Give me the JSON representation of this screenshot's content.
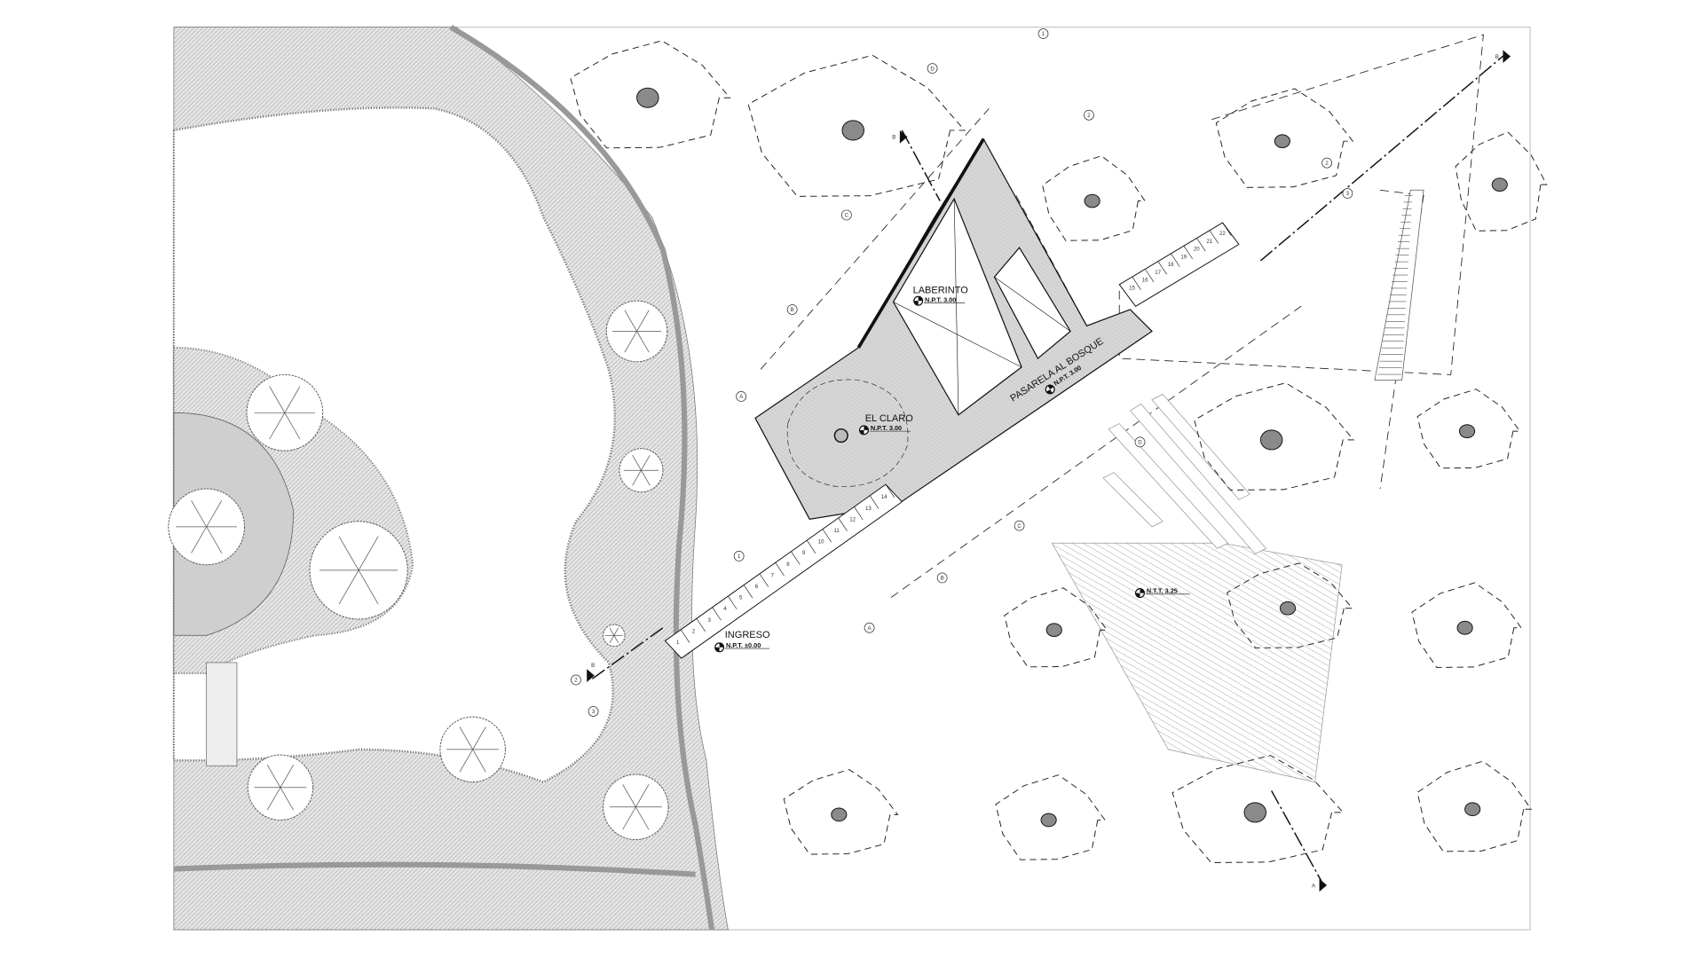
{
  "plan": {
    "labels": {
      "laberinto": {
        "name": "LABERINTO",
        "level": "N.P.T. 3.00"
      },
      "el_claro": {
        "name": "EL CLARO",
        "level": "N.P.T. 3.00"
      },
      "pasarela": {
        "name": "PASARELA AL BOSQUE",
        "level": "N.P.T. 3.00"
      },
      "ingreso": {
        "name": "INGRESO",
        "level": "N.P.T. ±0.00"
      },
      "terrain": {
        "level": "N.T.T. 3.25"
      }
    },
    "section_marks": [
      "B",
      "B",
      "B",
      "A"
    ],
    "grid_bubbles": [
      "1",
      "D",
      "2",
      "C",
      "B",
      "A",
      "1",
      "B",
      "A",
      "C",
      "D",
      "2",
      "3",
      "2",
      "3"
    ],
    "steps_lower": [
      "1",
      "2",
      "3",
      "4",
      "5",
      "6",
      "7",
      "8",
      "9",
      "10",
      "11",
      "12",
      "13",
      "14"
    ],
    "steps_upper": [
      "15",
      "16",
      "17",
      "18",
      "19",
      "20",
      "21",
      "22"
    ],
    "colors": {
      "line": "#111111",
      "platform": "#d9d9d9",
      "hatch": "#9a9a9a",
      "trunk": "#8a8a8a"
    }
  }
}
